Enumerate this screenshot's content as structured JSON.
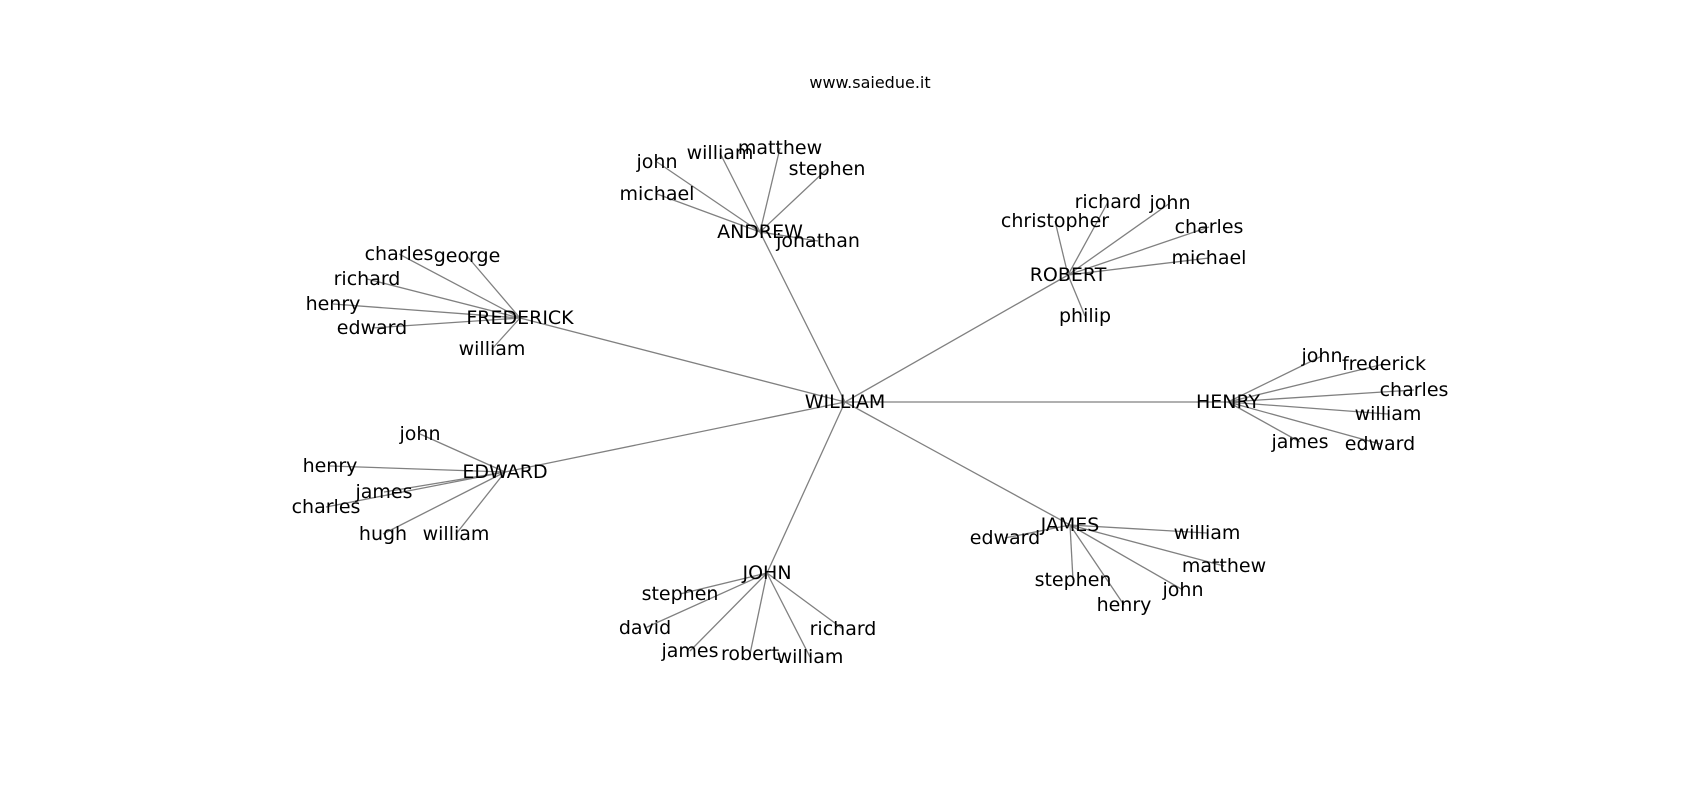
{
  "watermark": "www.saiedue.it",
  "root": "WILLIAM",
  "groups": [
    {
      "hub": "ANDREW",
      "leaves": [
        "john",
        "william",
        "matthew",
        "stephen",
        "michael",
        "jonathan"
      ]
    },
    {
      "hub": "ROBERT",
      "leaves": [
        "christopher",
        "richard",
        "john",
        "charles",
        "michael",
        "philip"
      ]
    },
    {
      "hub": "FREDERICK",
      "leaves": [
        "charles",
        "george",
        "richard",
        "henry",
        "edward",
        "william"
      ]
    },
    {
      "hub": "HENRY",
      "leaves": [
        "john",
        "frederick",
        "charles",
        "william",
        "james",
        "edward"
      ]
    },
    {
      "hub": "EDWARD",
      "leaves": [
        "john",
        "henry",
        "james",
        "charles",
        "hugh",
        "william"
      ]
    },
    {
      "hub": "JAMES",
      "leaves": [
        "edward",
        "william",
        "matthew",
        "stephen",
        "john",
        "henry"
      ]
    },
    {
      "hub": "JOHN",
      "leaves": [
        "stephen",
        "david",
        "james",
        "robert",
        "william",
        "richard"
      ]
    }
  ]
}
